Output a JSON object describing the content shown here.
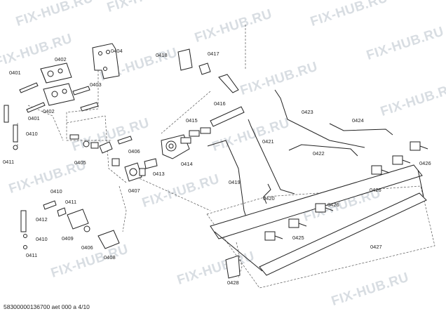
{
  "watermark": "FIX-HUB.RU",
  "footer": "58300000136700 aet 000 a 4/10",
  "labels": {
    "l0401a": "0401",
    "l0401b": "0401",
    "l0402a": "0402",
    "l0402b": "0402",
    "l0403": "0403",
    "l0404": "0404",
    "l0405": "0405",
    "l0406a": "0406",
    "l0406b": "0406",
    "l0407": "0407",
    "l0408": "0408",
    "l0409": "0409",
    "l0410a": "0410",
    "l0410b": "0410",
    "l0410c": "0410",
    "l0411a": "0411",
    "l0411b": "0411",
    "l0411c": "0411",
    "l0412": "0412",
    "l0413": "0413",
    "l0414": "0414",
    "l0415": "0415",
    "l0416": "0416",
    "l0417": "0417",
    "l0418": "0418",
    "l0419": "0419",
    "l0420": "0420",
    "l0421": "0421",
    "l0422": "0422",
    "l0423": "0423",
    "l0424": "0424",
    "l0425": "0425",
    "l0426a": "0426",
    "l0426b": "0426",
    "l0426c": "0426",
    "l0427": "0427",
    "l0428": "0428"
  }
}
